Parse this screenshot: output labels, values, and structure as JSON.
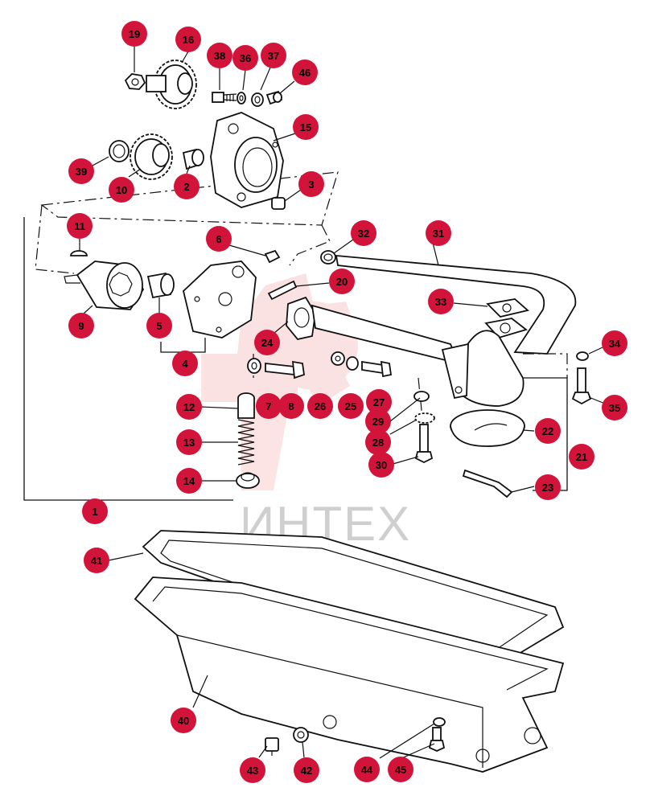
{
  "watermark": {
    "text": "ИНТЕХ",
    "color": "#e8262b"
  },
  "colors": {
    "callout_fill": "#d2143a",
    "line": "#111111"
  },
  "callouts": [
    {
      "id": "c19",
      "label": "19"
    },
    {
      "id": "c16",
      "label": "16"
    },
    {
      "id": "c38",
      "label": "38"
    },
    {
      "id": "c36",
      "label": "36"
    },
    {
      "id": "c37",
      "label": "37"
    },
    {
      "id": "c46",
      "label": "46"
    },
    {
      "id": "c15",
      "label": "15"
    },
    {
      "id": "c39",
      "label": "39"
    },
    {
      "id": "c10",
      "label": "10"
    },
    {
      "id": "c2",
      "label": "2"
    },
    {
      "id": "c3",
      "label": "3"
    },
    {
      "id": "c11",
      "label": "11"
    },
    {
      "id": "c6",
      "label": "6"
    },
    {
      "id": "c32",
      "label": "32"
    },
    {
      "id": "c31",
      "label": "31"
    },
    {
      "id": "c20",
      "label": "20"
    },
    {
      "id": "c9",
      "label": "9"
    },
    {
      "id": "c5",
      "label": "5"
    },
    {
      "id": "c33",
      "label": "33"
    },
    {
      "id": "c24",
      "label": "24"
    },
    {
      "id": "c4",
      "label": "4"
    },
    {
      "id": "c34",
      "label": "34"
    },
    {
      "id": "c7",
      "label": "7"
    },
    {
      "id": "c8",
      "label": "8"
    },
    {
      "id": "c26",
      "label": "26"
    },
    {
      "id": "c25",
      "label": "25"
    },
    {
      "id": "c27",
      "label": "27"
    },
    {
      "id": "c12",
      "label": "12"
    },
    {
      "id": "c29",
      "label": "29"
    },
    {
      "id": "c35",
      "label": "35"
    },
    {
      "id": "c28",
      "label": "28"
    },
    {
      "id": "c22",
      "label": "22"
    },
    {
      "id": "c13",
      "label": "13"
    },
    {
      "id": "c21",
      "label": "21"
    },
    {
      "id": "c30",
      "label": "30"
    },
    {
      "id": "c14",
      "label": "14"
    },
    {
      "id": "c23",
      "label": "23"
    },
    {
      "id": "c1",
      "label": "1"
    },
    {
      "id": "c41",
      "label": "41"
    },
    {
      "id": "c40",
      "label": "40"
    },
    {
      "id": "c43",
      "label": "43"
    },
    {
      "id": "c42",
      "label": "42"
    },
    {
      "id": "c44",
      "label": "44"
    },
    {
      "id": "c45",
      "label": "45"
    }
  ]
}
